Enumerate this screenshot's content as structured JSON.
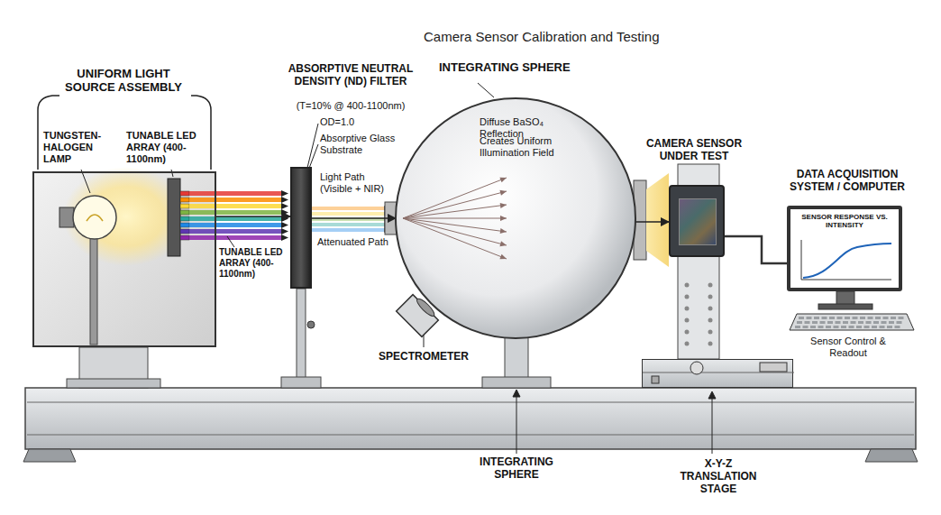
{
  "diagram": {
    "title": "Camera Sensor Calibration and Testing",
    "nodes": [
      {
        "text": [
          "UNIFORM LIGHT SOURCE ASSEMBLY"
        ]
      },
      {
        "text": [
          "ABSORPTIVE NEUTRAL DENSITY (ND) FILTER",
          "(T=10% @ 400-1100nm)"
        ]
      },
      {
        "text": [
          "INTEGRATING SPHERE"
        ]
      },
      {
        "text": [
          "CAMERA SENSOR UNDER TEST"
        ]
      },
      {
        "text": [
          "X-Y-Z TRANSLATION STAGE"
        ]
      },
      {
        "text": [
          "DATA ACQUISITION SYSTEM / COMPUTER",
          "SENSOR RESPONSE VS. INTENSITY",
          "Sensor Control & Readout"
        ]
      }
    ],
    "edges": [
      {
        "from": 0,
        "to": 1,
        "arrow": "to"
      },
      {
        "from": 1,
        "to": 2,
        "arrow": "to"
      },
      {
        "from": 2,
        "to": 3,
        "arrow": "to"
      },
      {
        "from": 3,
        "to": 5,
        "arrow": "none"
      }
    ],
    "labels": [
      "TUNGSTEN-HALOGEN LAMP",
      "TUNABLE LED ARRAY (400-1100nm)",
      "TUNABLE LED ARRAY (400-1100nm)",
      "OD=1.0",
      "Absorptive Glass Substrate",
      "Light Path (Visible + NIR)",
      "Attenuated Path",
      "Diffuse BaSO₄ Reflection",
      "Creates Uniform Illumination Field",
      "SPECTROMETER",
      "INTEGRATING SPHERE"
    ]
  }
}
